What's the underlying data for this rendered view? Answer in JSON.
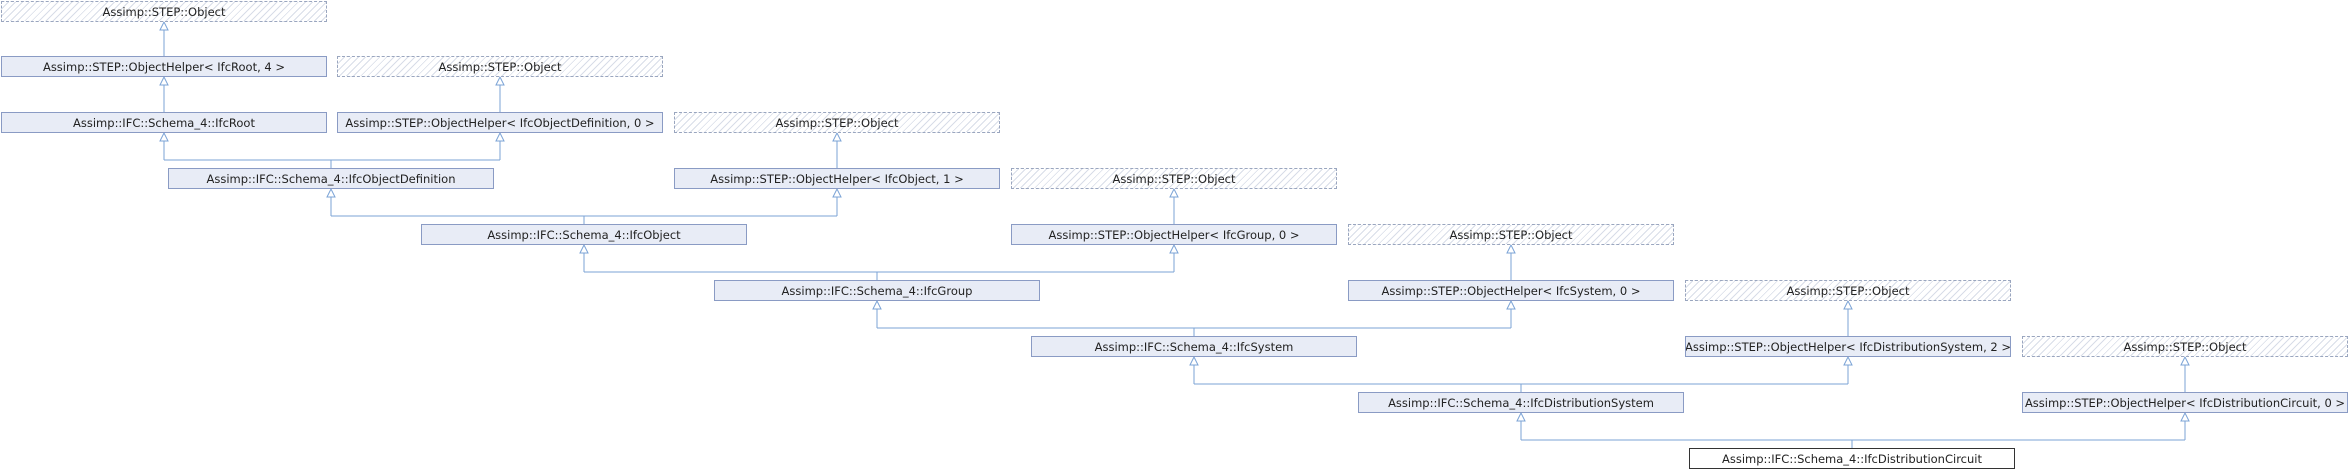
{
  "nodes": {
    "obj1": "Assimp::STEP::Object",
    "helper_root": "Assimp::STEP::ObjectHelper< IfcRoot, 4 >",
    "obj2": "Assimp::STEP::Object",
    "ifc_root": "Assimp::IFC::Schema_4::IfcRoot",
    "helper_objdef": "Assimp::STEP::ObjectHelper< IfcObjectDefinition, 0 >",
    "obj3": "Assimp::STEP::Object",
    "ifc_objdef": "Assimp::IFC::Schema_4::IfcObjectDefinition",
    "helper_object": "Assimp::STEP::ObjectHelper< IfcObject, 1 >",
    "obj4": "Assimp::STEP::Object",
    "ifc_object": "Assimp::IFC::Schema_4::IfcObject",
    "helper_group": "Assimp::STEP::ObjectHelper< IfcGroup, 0 >",
    "obj5": "Assimp::STEP::Object",
    "ifc_group": "Assimp::IFC::Schema_4::IfcGroup",
    "helper_system": "Assimp::STEP::ObjectHelper< IfcSystem, 0 >",
    "obj6": "Assimp::STEP::Object",
    "ifc_system": "Assimp::IFC::Schema_4::IfcSystem",
    "helper_distsys": "Assimp::STEP::ObjectHelper< IfcDistributionSystem, 2 >",
    "obj7": "Assimp::STEP::Object",
    "ifc_distsys": "Assimp::IFC::Schema_4::IfcDistributionSystem",
    "helper_distcirc": "Assimp::STEP::ObjectHelper< IfcDistributionCircuit, 0 >",
    "ifc_distcirc": "Assimp::IFC::Schema_4::IfcDistributionCircuit"
  },
  "colors": {
    "edge": "#7ba3d6",
    "class_fill": "#e8ecf6",
    "class_border": "#8a9bc4",
    "focus_border": "#333333"
  }
}
